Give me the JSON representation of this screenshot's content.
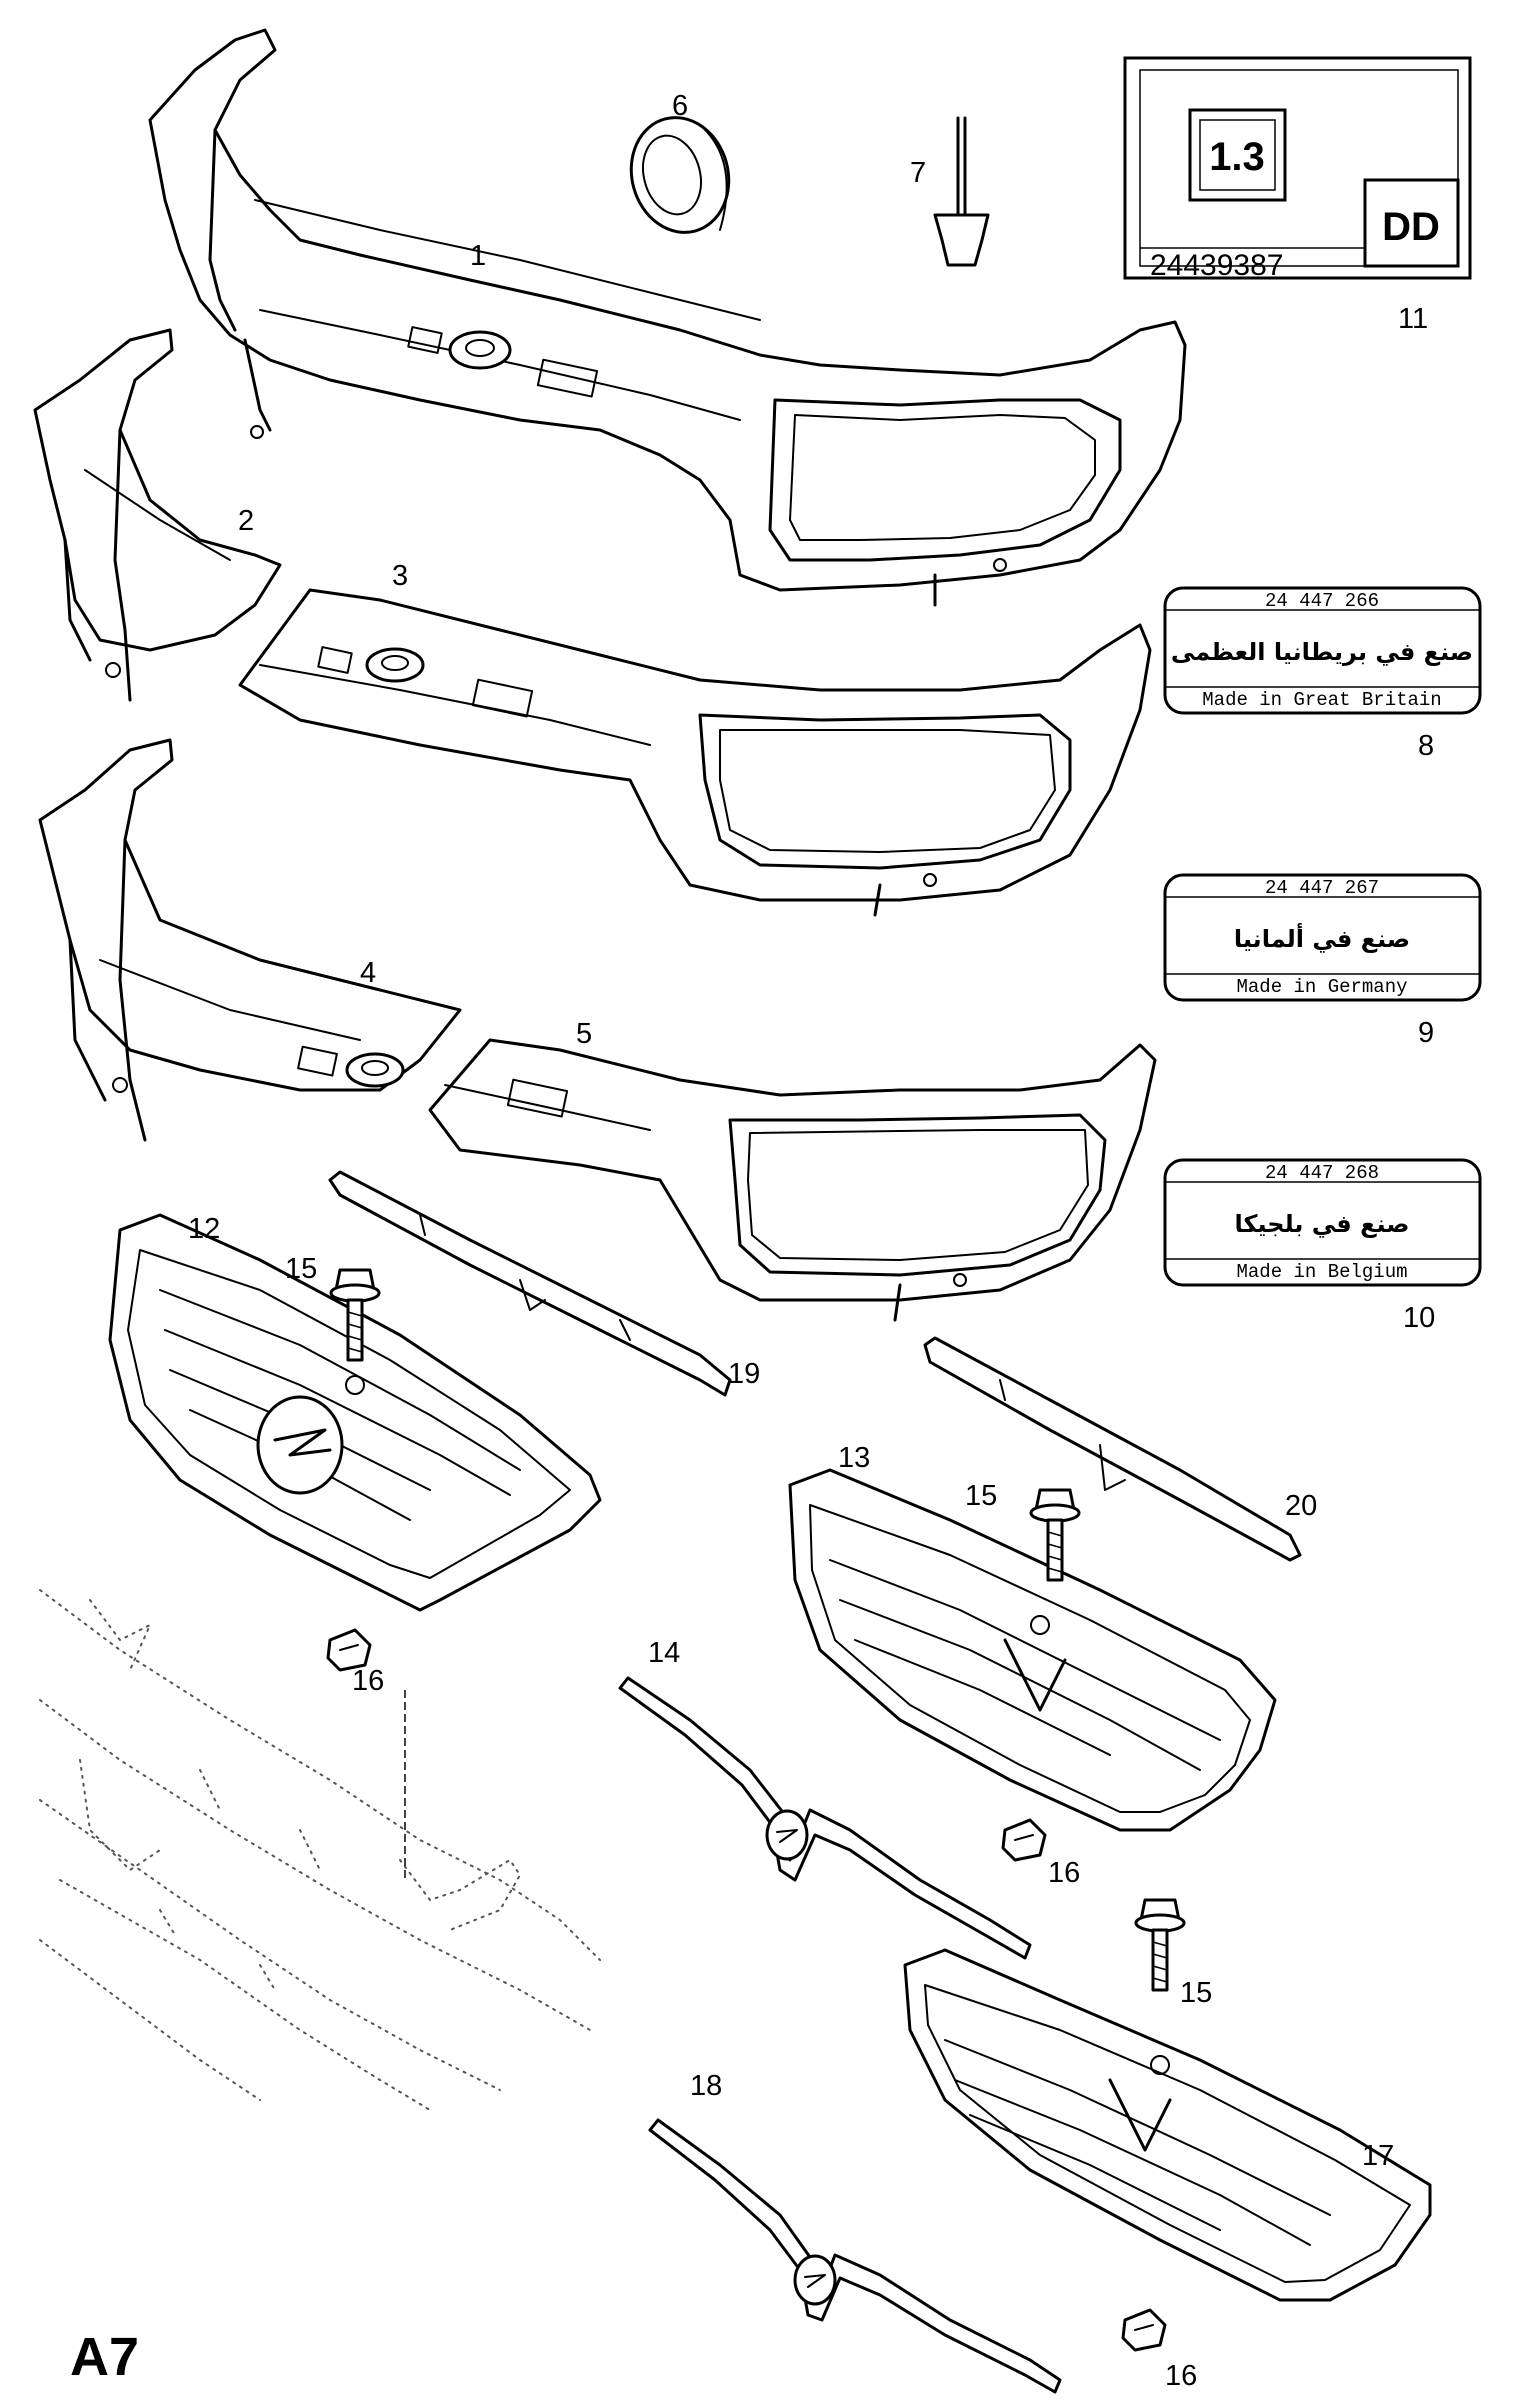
{
  "page_id": "A7",
  "callouts": {
    "n1": "1",
    "n2": "2",
    "n3": "3",
    "n4": "4",
    "n5": "5",
    "n6": "6",
    "n7": "7",
    "n8": "8",
    "n9": "9",
    "n10": "10",
    "n11": "11",
    "n12": "12",
    "n13": "13",
    "n14": "14",
    "n15a": "15",
    "n15b": "15",
    "n15c": "15",
    "n16a": "16",
    "n16b": "16",
    "n16c": "16",
    "n17": "17",
    "n18": "18",
    "n19": "19",
    "n20": "20"
  },
  "code_plate": {
    "engine": "1.3",
    "variant": "DD",
    "part_number": "24439387"
  },
  "labels": [
    {
      "part_number": "24 447 266",
      "arabic": "صنع في بريطانيا العظمى",
      "english": "Made in Great Britain"
    },
    {
      "part_number": "24 447 267",
      "arabic": "صنع في ألمانيا",
      "english": "Made in Germany"
    },
    {
      "part_number": "24 447 268",
      "arabic": "صنع في بلجيكا",
      "english": "Made in Belgium"
    }
  ]
}
